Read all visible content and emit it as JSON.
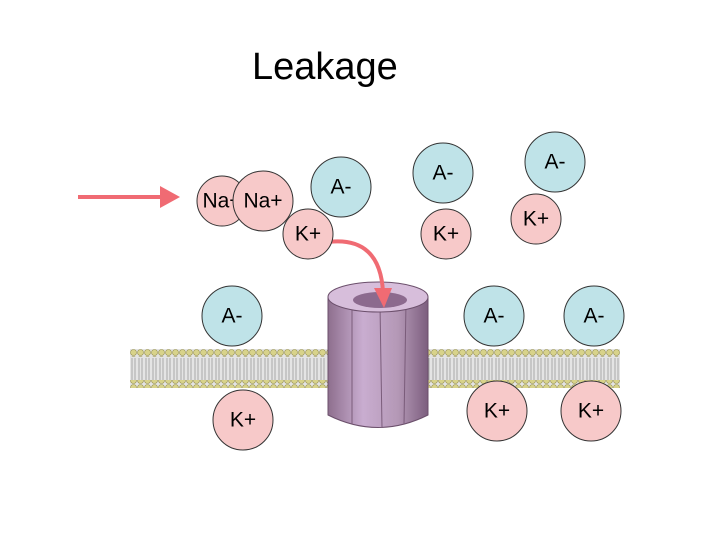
{
  "title": "Leakage",
  "colors": {
    "sodium_fill": "#f7c9c9",
    "anion_fill": "#bfe3e8",
    "potassium_fill": "#f7c9c9",
    "ion_stroke": "#333333",
    "arrow": "#f06b73",
    "membrane_head": "#d8d38a",
    "membrane_tail": "#c8c8c8",
    "channel": "#b89bb8"
  },
  "ions": {
    "na_1": "Na+",
    "na_2": "Na+",
    "a_1": "A-",
    "a_2": "A-",
    "a_3": "A-",
    "a_4": "A-",
    "a_5": "A-",
    "a_6": "A-",
    "k_1": "K+",
    "k_2": "K+",
    "k_3": "K+",
    "k_4": "K+",
    "k_5": "K+",
    "k_6": "K+"
  }
}
